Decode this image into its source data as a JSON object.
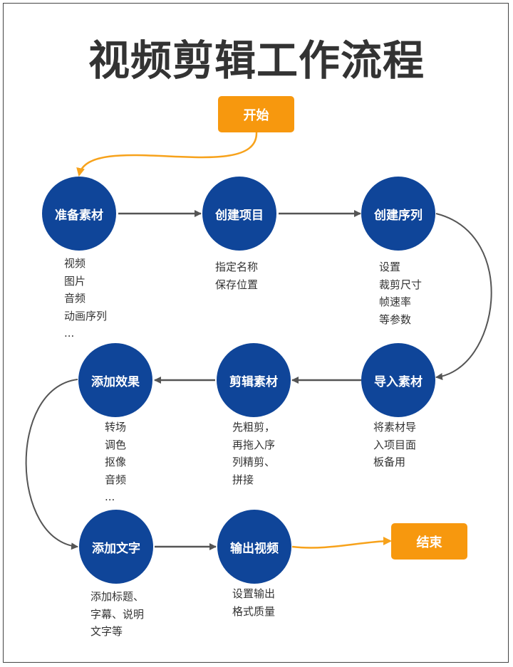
{
  "title": "视频剪辑工作流程",
  "colors": {
    "node": "#0f4599",
    "terminal": "#f7980e",
    "arrow": "#555555",
    "accent_arrow": "#f7a21b"
  },
  "start": {
    "label": "开始"
  },
  "end": {
    "label": "结束"
  },
  "steps": [
    {
      "label": "准备素材",
      "notes": [
        "视频",
        "图片",
        "音频",
        "动画序列",
        "..."
      ]
    },
    {
      "label": "创建项目",
      "notes": [
        "指定名称",
        "保存位置"
      ]
    },
    {
      "label": "创建序列",
      "notes": [
        "设置",
        "裁剪尺寸",
        "帧速率",
        "等参数"
      ]
    },
    {
      "label": "导入素材",
      "notes": [
        "将素材导",
        "入项目面",
        "板备用"
      ]
    },
    {
      "label": "剪辑素材",
      "notes": [
        "先粗剪，",
        "再拖入序",
        "列精剪、",
        "拼接"
      ]
    },
    {
      "label": "添加效果",
      "notes": [
        "转场",
        "调色",
        "抠像",
        "音频",
        "..."
      ]
    },
    {
      "label": "添加文字",
      "notes": [
        "添加标题、",
        "字幕、说明",
        "文字等"
      ]
    },
    {
      "label": "输出视频",
      "notes": [
        "设置输出",
        "格式质量"
      ]
    }
  ]
}
